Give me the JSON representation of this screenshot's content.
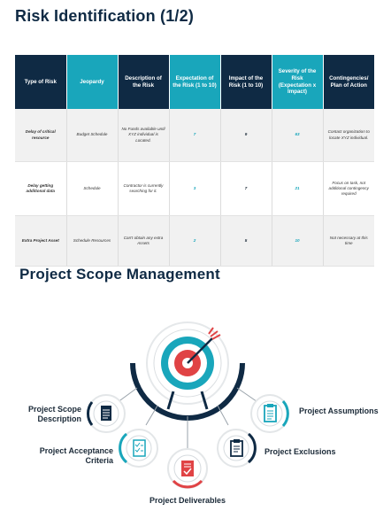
{
  "slide1_title": "Risk Identification (1/2)",
  "table": {
    "headers": [
      "Type of Risk",
      "Jeopardy",
      "Description of the Risk",
      "Expectation of the Risk (1 to 10)",
      "Impact of the Risk (1 to 10)",
      "Severity of the Risk (Expectation x Impact)",
      "Contingencies/ Plan of Action"
    ],
    "rows": [
      [
        "Delay of critical resource",
        "Budget Schedule",
        "No Funds available until XYZ individual is Located.",
        "7",
        "9",
        "63",
        "Contact organization to locate XYZ individual."
      ],
      [
        "Delay getting additional data",
        "Schedule",
        "Contractor is currently searching for it.",
        "3",
        "7",
        "21",
        "Focus on task, not additional contingency required"
      ],
      [
        "Extra Project Asset",
        "Schedule Resources",
        "Can't obtain any extra Assets",
        "2",
        "5",
        "10",
        "Not necessary at this time"
      ]
    ]
  },
  "slide2_title": "Project Scope Management",
  "diagram": {
    "center_icon": "target-arrow-icon",
    "items": [
      {
        "label": "Project Scope Description",
        "icon": "document-icon"
      },
      {
        "label": "Project Acceptance Criteria",
        "icon": "checklist-icon"
      },
      {
        "label": "Project Deliverables",
        "icon": "check-document-icon"
      },
      {
        "label": "Project Exclusions",
        "icon": "clipboard-icon"
      },
      {
        "label": "Project Assumptions",
        "icon": "clipboard-list-icon"
      }
    ]
  },
  "colors": {
    "navy": "#0f2a44",
    "teal": "#19a6bb",
    "red": "#e04345"
  }
}
